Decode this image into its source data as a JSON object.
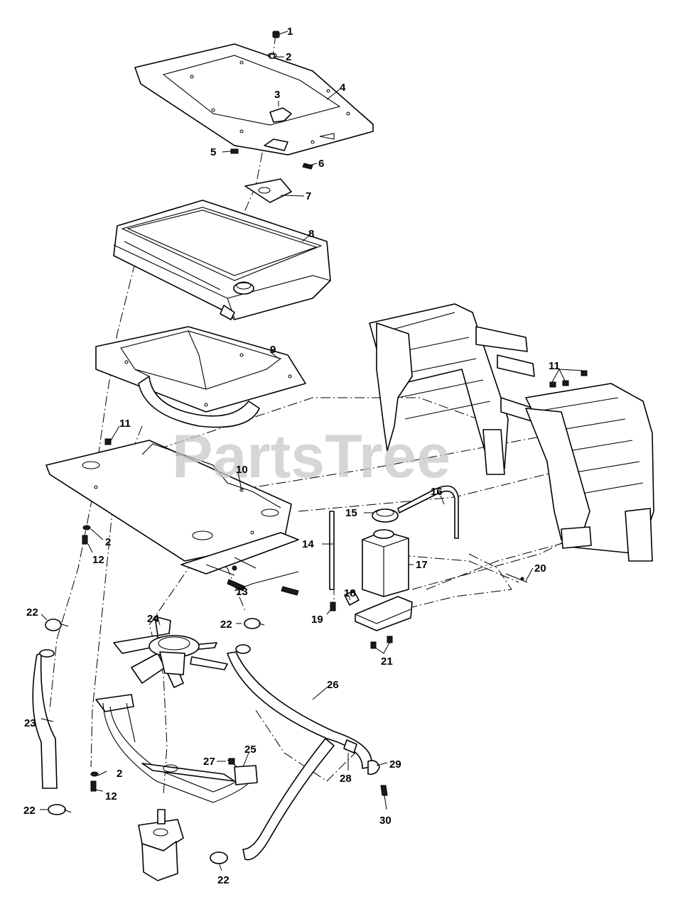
{
  "watermark": "PartsTree",
  "callouts": [
    {
      "id": "c1",
      "label": "1"
    },
    {
      "id": "c2a",
      "label": "2"
    },
    {
      "id": "c3",
      "label": "3"
    },
    {
      "id": "c4",
      "label": "4"
    },
    {
      "id": "c5",
      "label": "5"
    },
    {
      "id": "c6",
      "label": "6"
    },
    {
      "id": "c7",
      "label": "7"
    },
    {
      "id": "c8",
      "label": "8"
    },
    {
      "id": "c9",
      "label": "9"
    },
    {
      "id": "c10",
      "label": "10"
    },
    {
      "id": "c11a",
      "label": "11"
    },
    {
      "id": "c11b",
      "label": "11"
    },
    {
      "id": "c2b",
      "label": "2"
    },
    {
      "id": "c12a",
      "label": "12"
    },
    {
      "id": "c13",
      "label": "13"
    },
    {
      "id": "c14",
      "label": "14"
    },
    {
      "id": "c15",
      "label": "15"
    },
    {
      "id": "c16",
      "label": "16"
    },
    {
      "id": "c17",
      "label": "17"
    },
    {
      "id": "c18",
      "label": "18"
    },
    {
      "id": "c19",
      "label": "19"
    },
    {
      "id": "c20",
      "label": "20"
    },
    {
      "id": "c21",
      "label": "21"
    },
    {
      "id": "c22a",
      "label": "22"
    },
    {
      "id": "c22b",
      "label": "22"
    },
    {
      "id": "c24",
      "label": "24"
    },
    {
      "id": "c23",
      "label": "23"
    },
    {
      "id": "c26",
      "label": "26"
    },
    {
      "id": "c27",
      "label": "27"
    },
    {
      "id": "c25",
      "label": "25"
    },
    {
      "id": "c2c",
      "label": "2"
    },
    {
      "id": "c12b",
      "label": "12"
    },
    {
      "id": "c28",
      "label": "28"
    },
    {
      "id": "c29",
      "label": "29"
    },
    {
      "id": "c30",
      "label": "30"
    },
    {
      "id": "c22c",
      "label": "22"
    },
    {
      "id": "c22d",
      "label": "22"
    }
  ]
}
